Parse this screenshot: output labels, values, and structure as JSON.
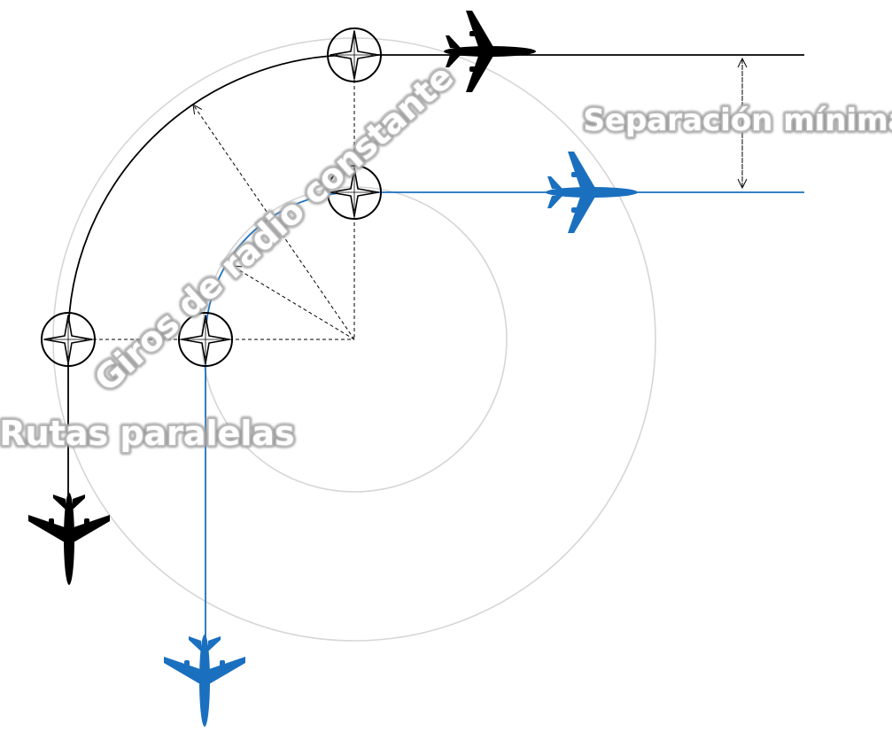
{
  "labels": {
    "parallel_routes": "Rutas paralelas",
    "constant_radius_turns": "Giros de radio constante",
    "minimum_separation": "Separación mínima"
  },
  "colors": {
    "outer_route": "#000000",
    "inner_route": "#1a70bf",
    "guide_circles": "#d6d6d6",
    "label_text": "#ffffff",
    "label_glow": "#bdbdbd",
    "background": "#ffffff"
  },
  "icons": {
    "waypoint": "compass-rose-waypoint-icon",
    "aircraft": "airliner-silhouette-icon"
  }
}
